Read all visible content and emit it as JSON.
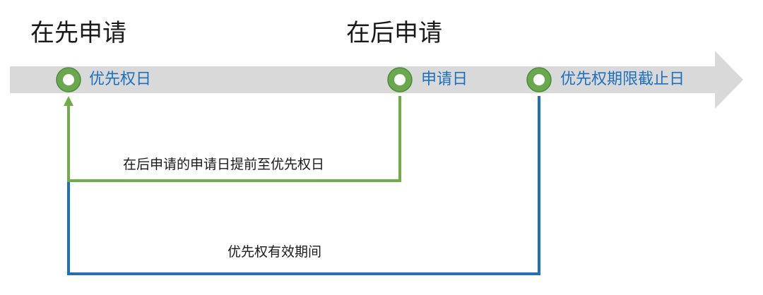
{
  "headings": {
    "earlier_application": "在先申请",
    "later_application": "在后申请"
  },
  "milestones": {
    "priority_date": "优先权日",
    "filing_date": "申请日",
    "priority_deadline": "优先权期限截止日"
  },
  "spans": {
    "filing_date_advanced": "在后申请的申请日提前至优先权日",
    "priority_period": "优先权有效期间"
  },
  "colors": {
    "timeline": "#d9d9d9",
    "marker_ring": "#6aa84f",
    "marker_center": "#ffffff",
    "green_connector": "#70ad47",
    "blue_connector": "#1f6fbf",
    "label_blue": "#1f6fbf"
  }
}
